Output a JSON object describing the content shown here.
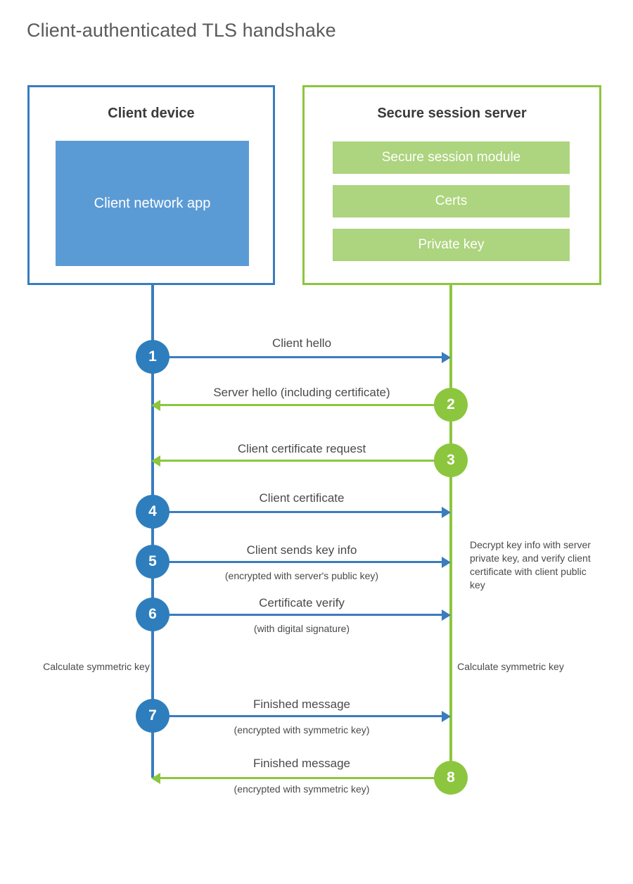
{
  "page": {
    "title": "Client-authenticated TLS handshake"
  },
  "colors": {
    "client_accent": "#3a7cbe",
    "client_fill": "#5b9bd5",
    "server_accent": "#8cc63e",
    "server_fill": "#add47e",
    "step_blue": "#2e7ebd",
    "step_green": "#8cc63e",
    "text": "#4a4a4a",
    "title_text": "#5a5a5a"
  },
  "actors": {
    "client": {
      "title": "Client device",
      "app_label": "Client network app"
    },
    "server": {
      "title": "Secure session server",
      "components": [
        {
          "label": "Secure session module"
        },
        {
          "label": "Certs"
        },
        {
          "label": "Private key"
        }
      ]
    }
  },
  "steps": [
    {
      "number": "1",
      "label": "Client hello",
      "sublabel": "",
      "direction": "client-to-server",
      "color": "blue"
    },
    {
      "number": "2",
      "label": "Server hello (including certificate)",
      "sublabel": "",
      "direction": "server-to-client",
      "color": "green"
    },
    {
      "number": "3",
      "label": "Client certificate request",
      "sublabel": "",
      "direction": "server-to-client",
      "color": "green"
    },
    {
      "number": "4",
      "label": "Client certificate",
      "sublabel": "",
      "direction": "client-to-server",
      "color": "blue"
    },
    {
      "number": "5",
      "label": "Client sends key info",
      "sublabel": "(encrypted with server's public key)",
      "direction": "client-to-server",
      "color": "blue"
    },
    {
      "number": "6",
      "label": "Certificate verify",
      "sublabel": "(with digital signature)",
      "direction": "client-to-server",
      "color": "blue"
    },
    {
      "number": "7",
      "label": "Finished message",
      "sublabel": "(encrypted with symmetric key)",
      "direction": "client-to-server",
      "color": "blue"
    },
    {
      "number": "8",
      "label": "Finished message",
      "sublabel": "(encrypted with symmetric key)",
      "direction": "server-to-client",
      "color": "green"
    }
  ],
  "annotations": {
    "server_decrypt": "Decrypt key info with server private key, and verify client certificate with client public key",
    "client_calc": "Calculate symmetric key",
    "server_calc": "Calculate symmetric key"
  }
}
